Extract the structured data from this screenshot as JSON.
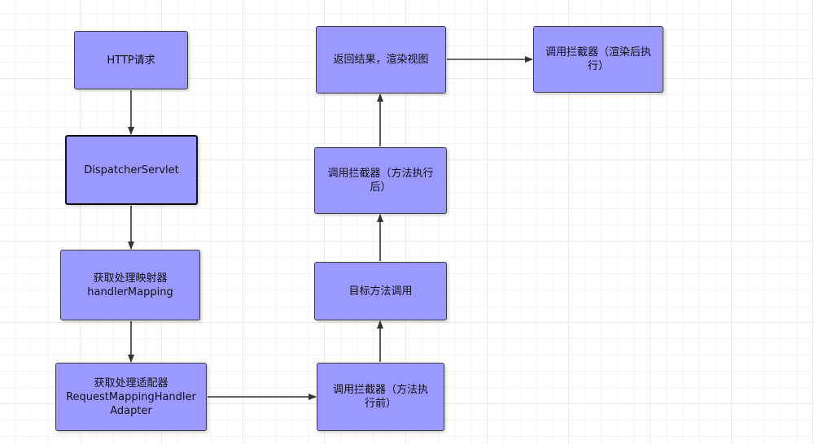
{
  "diagram": {
    "nodes": [
      {
        "id": "http_request",
        "label": "HTTP请求"
      },
      {
        "id": "dispatcher",
        "label": "DispatcherServlet"
      },
      {
        "id": "handler_mapping",
        "label": "获取处理映射器\nhandlerMapping"
      },
      {
        "id": "handler_adapter",
        "label": "获取处理适配器\nRequestMappingHandler\nAdapter"
      },
      {
        "id": "pre_handle",
        "label": "调用拦截器（方法执\n行前）"
      },
      {
        "id": "target_method",
        "label": "目标方法调用"
      },
      {
        "id": "post_handle",
        "label": "调用拦截器（方法执行\n后）"
      },
      {
        "id": "render",
        "label": "返回结果，渲染视图"
      },
      {
        "id": "after_completion",
        "label": "调用拦截器（渲染后执\n行）"
      }
    ],
    "edges": [
      {
        "from": "http_request",
        "to": "dispatcher"
      },
      {
        "from": "dispatcher",
        "to": "handler_mapping"
      },
      {
        "from": "handler_mapping",
        "to": "handler_adapter"
      },
      {
        "from": "handler_adapter",
        "to": "pre_handle"
      },
      {
        "from": "pre_handle",
        "to": "target_method"
      },
      {
        "from": "target_method",
        "to": "post_handle"
      },
      {
        "from": "post_handle",
        "to": "render"
      },
      {
        "from": "render",
        "to": "after_completion"
      }
    ],
    "colors": {
      "node_fill": "#9999ff",
      "node_border": "#3a3a3a",
      "edge": "#333333"
    }
  }
}
